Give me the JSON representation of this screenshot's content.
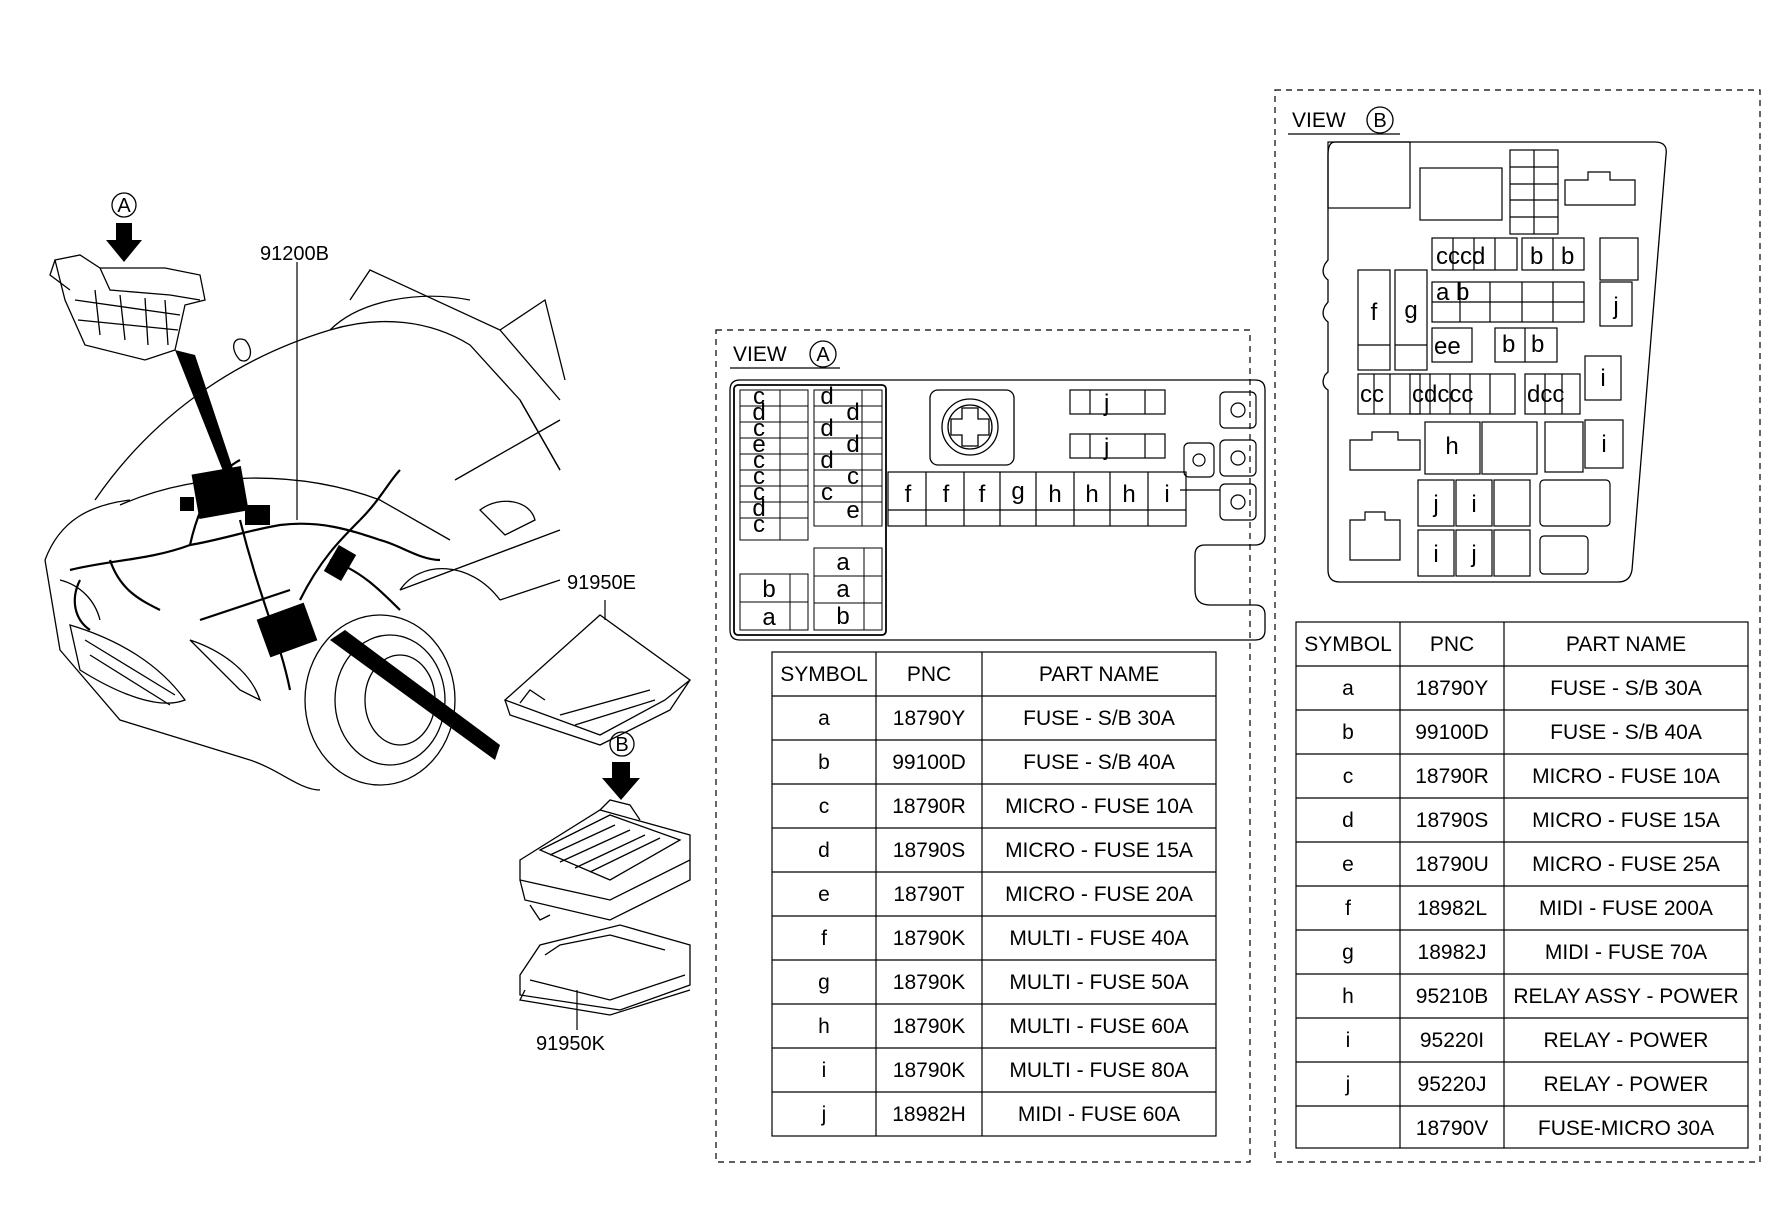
{
  "labels": {
    "callout_a": "A",
    "callout_b": "B",
    "part_harness": "91200B",
    "part_cover": "91950E",
    "part_lower": "91950K"
  },
  "view_a": {
    "title": "VIEW",
    "marker": "A",
    "left_col": [
      "c",
      "d",
      "c",
      "e",
      "c",
      "c",
      "c",
      "d",
      "c"
    ],
    "mid_col": [
      "d",
      "d",
      "d",
      "d",
      "d",
      "c",
      "c",
      "e"
    ],
    "j_slots": [
      "j",
      "j"
    ],
    "bottom_row": [
      "f",
      "f",
      "f",
      "g",
      "h",
      "h",
      "h",
      "i"
    ],
    "bottom_left": [
      "b",
      "a"
    ],
    "bottom_mid": [
      "a",
      "a",
      "b"
    ],
    "table": {
      "headers": [
        "SYMBOL",
        "PNC",
        "PART NAME"
      ],
      "rows": [
        [
          "a",
          "18790Y",
          "FUSE - S/B 30A"
        ],
        [
          "b",
          "99100D",
          "FUSE - S/B 40A"
        ],
        [
          "c",
          "18790R",
          "MICRO - FUSE 10A"
        ],
        [
          "d",
          "18790S",
          "MICRO - FUSE 15A"
        ],
        [
          "e",
          "18790T",
          "MICRO - FUSE 20A"
        ],
        [
          "f",
          "18790K",
          "MULTI - FUSE 40A"
        ],
        [
          "g",
          "18790K",
          "MULTI - FUSE 50A"
        ],
        [
          "h",
          "18790K",
          "MULTI - FUSE 60A"
        ],
        [
          "i",
          "18790K",
          "MULTI - FUSE 80A"
        ],
        [
          "j",
          "18982H",
          "MIDI - FUSE 60A"
        ]
      ]
    }
  },
  "view_b": {
    "title": "VIEW",
    "marker": "B",
    "slots": {
      "row1": "cccd",
      "row1_b1": "b",
      "row1_b2": "b",
      "f": "f",
      "g": "g",
      "ab": "a b",
      "j1": "j",
      "ee": "ee",
      "bb1": "b",
      "bb2": "b",
      "i1": "i",
      "cc": "cc",
      "cdccc": "cdccc",
      "dcc": "dcc",
      "h": "h",
      "i2": "i",
      "j2": "j",
      "i3": "i",
      "i4": "i",
      "j3": "j"
    },
    "table": {
      "headers": [
        "SYMBOL",
        "PNC",
        "PART NAME"
      ],
      "rows": [
        [
          "a",
          "18790Y",
          "FUSE - S/B 30A"
        ],
        [
          "b",
          "99100D",
          "FUSE - S/B 40A"
        ],
        [
          "c",
          "18790R",
          "MICRO - FUSE 10A"
        ],
        [
          "d",
          "18790S",
          "MICRO - FUSE 15A"
        ],
        [
          "e",
          "18790U",
          "MICRO - FUSE 25A"
        ],
        [
          "f",
          "18982L",
          "MIDI - FUSE 200A"
        ],
        [
          "g",
          "18982J",
          "MIDI - FUSE 70A"
        ],
        [
          "h",
          "95210B",
          "RELAY ASSY - POWER"
        ],
        [
          "i",
          "95220I",
          "RELAY - POWER"
        ],
        [
          "j",
          "95220J",
          "RELAY - POWER"
        ],
        [
          "",
          "18790V",
          "FUSE-MICRO 30A"
        ]
      ]
    }
  }
}
